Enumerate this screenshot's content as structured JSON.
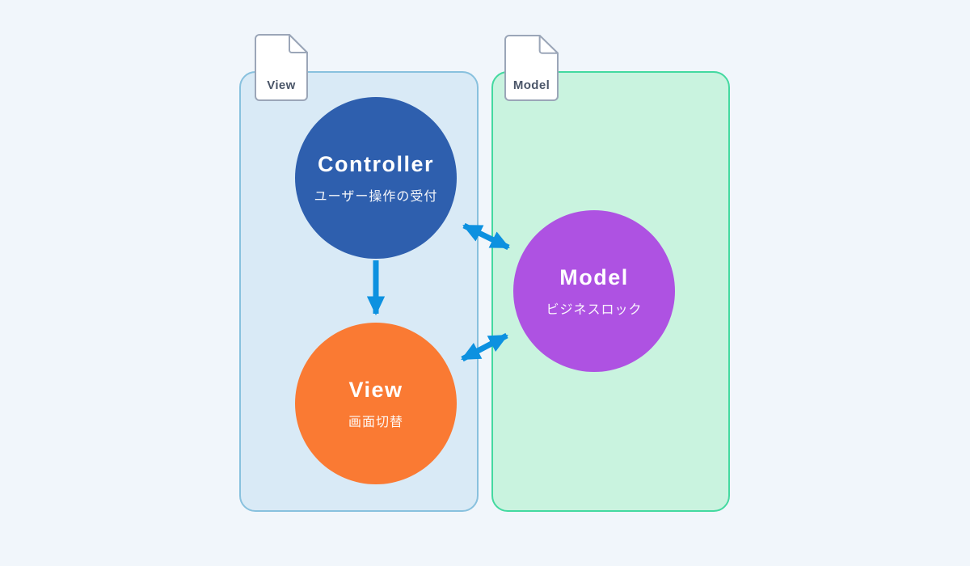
{
  "diagram": {
    "title": "MVC architecture diagram",
    "groups": {
      "view_group": {
        "file_label": "View"
      },
      "model_group": {
        "file_label": "Model"
      }
    },
    "nodes": {
      "controller": {
        "title": "Controller",
        "subtitle": "ユーザー操作の受付"
      },
      "view": {
        "title": "View",
        "subtitle": "画面切替"
      },
      "model": {
        "title": "Model",
        "subtitle": "ビジネスロック"
      }
    },
    "edges": [
      {
        "from": "controller",
        "to": "model",
        "bidirectional": true
      },
      {
        "from": "controller",
        "to": "view",
        "bidirectional": false
      },
      {
        "from": "view",
        "to": "model",
        "bidirectional": true
      }
    ],
    "icons": {
      "view_group_tag": "document-icon",
      "model_group_tag": "document-icon"
    },
    "colors": {
      "page_background": "#f1f6fb",
      "view_group_fill": "#d9eaf6",
      "view_group_border": "#88c1de",
      "model_group_fill": "#c9f3df",
      "model_group_border": "#43d9a0",
      "controller_circle": "#2e5fae",
      "view_circle": "#fa7a33",
      "model_circle": "#ae52e2",
      "arrow": "#0d91e0",
      "file_icon_border": "#9ba6b8",
      "file_icon_fill": "#ffffff",
      "file_icon_label": "#4a5568",
      "node_text": "#ffffff"
    }
  }
}
